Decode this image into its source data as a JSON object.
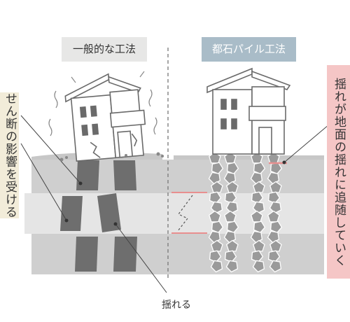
{
  "labels": {
    "left_title": "一般的な工法",
    "right_title": "都石パイル工法",
    "left_vertical": "せん断の影響を受ける",
    "right_vertical": "揺れが地面の揺れに追随していく",
    "bottom": "揺れる"
  },
  "colors": {
    "ground_light": "#cfcfcf",
    "ground_lighter": "#e3e3e3",
    "pile_dark": "#6e6e6e",
    "stone_fill": "#9a9a9a",
    "stone_stroke": "#ffffff",
    "accent_red": "#e88f8f",
    "line_dark": "#555555",
    "house_stroke": "#6a6a6a"
  }
}
